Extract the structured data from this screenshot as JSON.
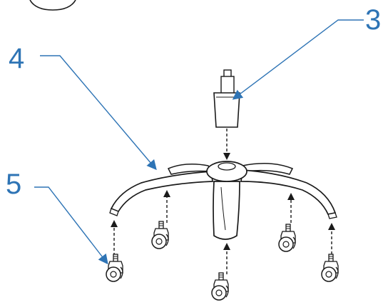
{
  "callouts": [
    {
      "id": "3",
      "label": "3",
      "part": "gas-lift-cylinder"
    },
    {
      "id": "4",
      "label": "4",
      "part": "five-star-base"
    },
    {
      "id": "5",
      "label": "5",
      "part": "caster-wheel"
    }
  ],
  "colors": {
    "callout": "#2e74b5",
    "linework": "#1a1a1a",
    "fill": "#ffffff"
  },
  "parts": {
    "casters": 5,
    "assembly_arrows": 6
  }
}
